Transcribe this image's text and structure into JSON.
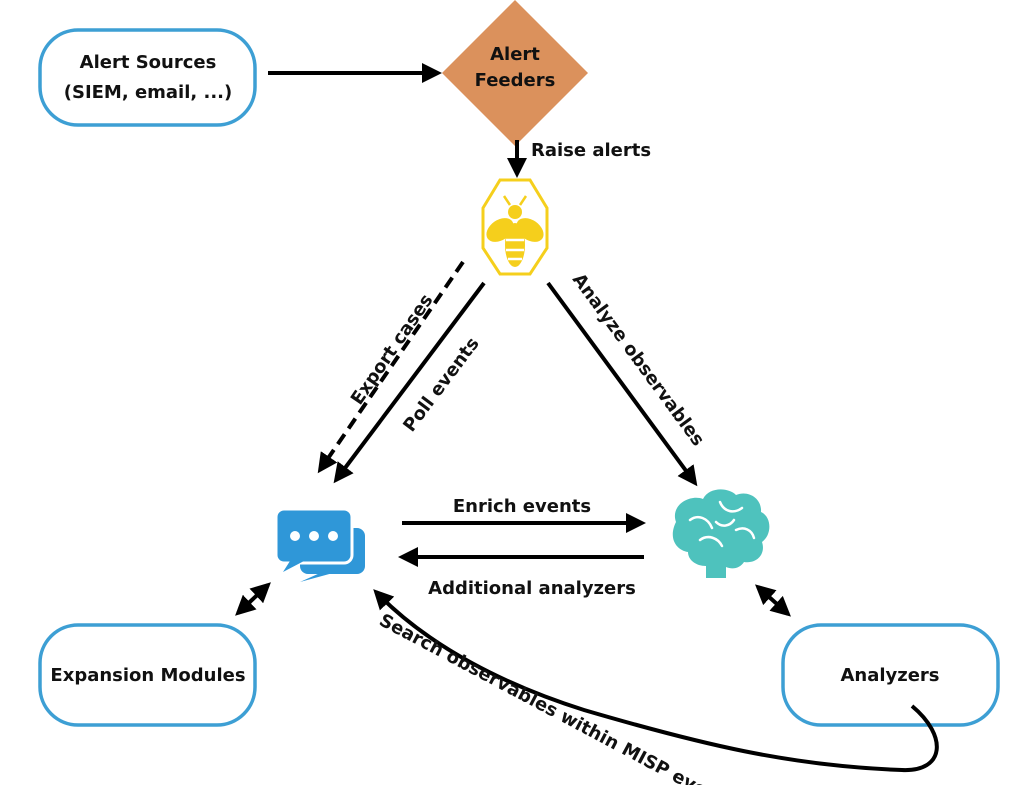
{
  "nodes": {
    "alert_sources": {
      "line1": "Alert Sources",
      "line2": "(SIEM, email, ...)"
    },
    "alert_feeders": {
      "line1": "Alert",
      "line2": "Feeders"
    },
    "expansion_modules": {
      "label": "Expansion Modules"
    },
    "analyzers": {
      "label": "Analyzers"
    }
  },
  "edges": {
    "raise_alerts": "Raise alerts",
    "export_cases": "Export cases",
    "poll_events": "Poll events",
    "analyze_observables": "Analyze observables",
    "enrich_events": "Enrich events",
    "additional_analyzers": "Additional analyzers",
    "search_observables": "Search observables within MISP events"
  },
  "icons": {
    "thehive": "bee-icon",
    "misp": "chat-bubbles-icon",
    "cortex": "brain-icon"
  },
  "colors": {
    "box_border": "#3d9fd4",
    "feeder_fill": "#db915c",
    "bee": "#f5cf1c",
    "chat": "#2f97d8",
    "brain": "#4ec2bd",
    "arrow": "#000000"
  }
}
